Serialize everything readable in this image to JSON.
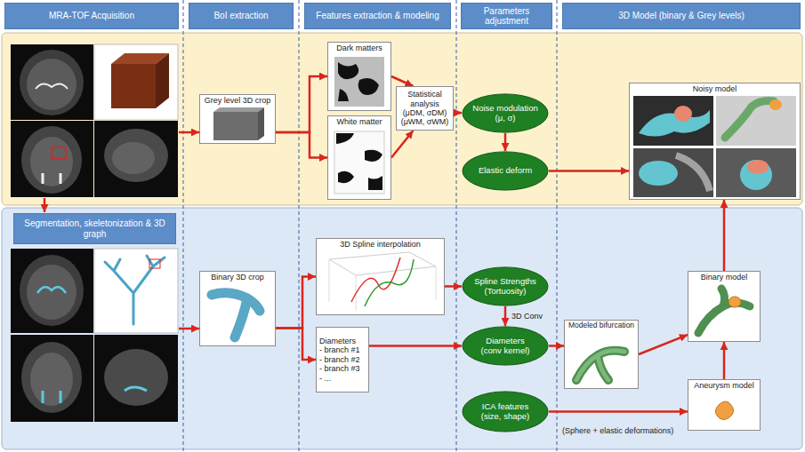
{
  "diagram": {
    "nodes": [
      {
        "text": [
          "MRA-TOF Acquisition"
        ]
      },
      {
        "text": [
          "BoI extraction"
        ]
      },
      {
        "text": [
          "Features extraction & modeling"
        ]
      },
      {
        "text": [
          "Parameters adjustment"
        ]
      },
      {
        "text": [
          "3D Model (binary & Grey levels)"
        ]
      },
      {
        "text": [
          "Grey level 3D crop"
        ]
      },
      {
        "text": [
          "Dark matters"
        ]
      },
      {
        "text": [
          "White matter"
        ]
      },
      {
        "text": [
          "Statistical analysis",
          "(μDM, σDM)",
          "(μWM, σWM)"
        ]
      },
      {
        "text": [
          "Noise modulation",
          "(μ, σ)"
        ]
      },
      {
        "text": [
          "Elastic deform"
        ]
      },
      {
        "text": [
          "Noisy model"
        ]
      },
      {
        "text": [
          "Segmentation, skeletonization & 3D graph"
        ]
      },
      {
        "text": [
          "Binary 3D crop"
        ]
      },
      {
        "text": [
          "3D Spline interpolation"
        ]
      },
      {
        "text": [
          "Diameters",
          "- branch #1",
          "- branch #2",
          "- branch #3",
          "- ..."
        ]
      },
      {
        "text": [
          "Spline Strengths (Tortuosity)"
        ]
      },
      {
        "text": [
          "Diameters (conv kernel)"
        ]
      },
      {
        "text": [
          "ICA features (size, shape)"
        ]
      },
      {
        "text": [
          "Modeled bifurcation"
        ]
      },
      {
        "text": [
          "Binary model"
        ]
      },
      {
        "text": [
          "Aneurysm model"
        ]
      }
    ],
    "edges": [
      {
        "from": 5,
        "to": 6,
        "arrow": "to"
      },
      {
        "from": 5,
        "to": 7,
        "arrow": "to"
      },
      {
        "from": 6,
        "to": 8,
        "arrow": "to"
      },
      {
        "from": 7,
        "to": 8,
        "arrow": "to"
      },
      {
        "from": 8,
        "to": 9,
        "arrow": "to"
      },
      {
        "from": 9,
        "to": 10,
        "arrow": "to"
      },
      {
        "from": 10,
        "to": 11,
        "arrow": "to"
      },
      {
        "from": 13,
        "to": 14,
        "arrow": "to"
      },
      {
        "from": 13,
        "to": 15,
        "arrow": "to"
      },
      {
        "from": 14,
        "to": 16,
        "arrow": "to"
      },
      {
        "from": 16,
        "to": 17,
        "label": "3D Conv",
        "arrow": "to"
      },
      {
        "from": 15,
        "to": 17,
        "arrow": "to"
      },
      {
        "from": 17,
        "to": 19,
        "arrow": "to"
      },
      {
        "from": 19,
        "to": 20,
        "arrow": "to"
      },
      {
        "from": 18,
        "to": 21,
        "arrow": "to"
      },
      {
        "from": 21,
        "to": 20,
        "arrow": "to"
      },
      {
        "from": 20,
        "to": 11,
        "arrow": "to"
      }
    ],
    "labels": [
      "(Sphere + elastic deformations)"
    ]
  }
}
